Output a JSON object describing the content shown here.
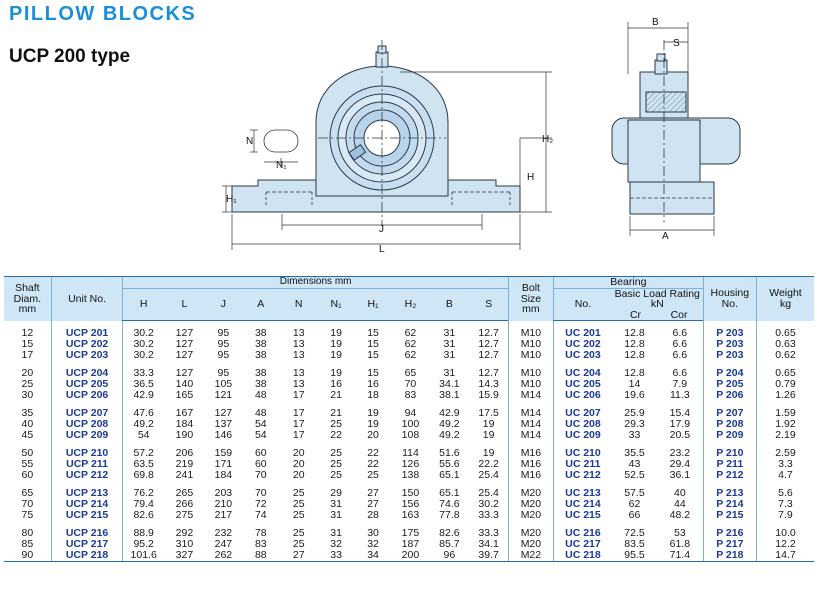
{
  "title": "PILLOW  BLOCKS",
  "subtitle": "UCP 200 type",
  "dims": {
    "B": "B",
    "S": "S",
    "N": "N",
    "N1": "N₁",
    "H1": "H₁",
    "H": "H",
    "H2": "H₂",
    "J": "J",
    "L": "L",
    "A": "A"
  },
  "table": {
    "headers": {
      "shaft": [
        "Shaft",
        "Diam.",
        "mm"
      ],
      "unit": "Unit  No.",
      "dimensions": "Dimensions      mm",
      "dim_cols": [
        "H",
        "L",
        "J",
        "A",
        "N",
        "N₁",
        "H₁",
        "H₂",
        "B",
        "S"
      ],
      "bolt": [
        "Bolt",
        "Size",
        "mm"
      ],
      "bearing": "Bearing",
      "bearing_no": "No.",
      "load_rating": "Basic Load Rating  kN",
      "cr": "Cr",
      "cor": "Cor",
      "housing": [
        "Housing",
        "No."
      ],
      "weight": [
        "Weight",
        "kg"
      ]
    },
    "groups": [
      [
        [
          "12",
          "UCP 201",
          "30.2",
          "127",
          "95",
          "38",
          "13",
          "19",
          "15",
          "62",
          "31",
          "12.7",
          "M10",
          "UC 201",
          "12.8",
          "6.6",
          "P 203",
          "0.65"
        ],
        [
          "15",
          "UCP 202",
          "30.2",
          "127",
          "95",
          "38",
          "13",
          "19",
          "15",
          "62",
          "31",
          "12.7",
          "M10",
          "UC 202",
          "12.8",
          "6.6",
          "P 203",
          "0.63"
        ],
        [
          "17",
          "UCP 203",
          "30.2",
          "127",
          "95",
          "38",
          "13",
          "19",
          "15",
          "62",
          "31",
          "12.7",
          "M10",
          "UC 203",
          "12.8",
          "6.6",
          "P 203",
          "0.62"
        ]
      ],
      [
        [
          "20",
          "UCP 204",
          "33.3",
          "127",
          "95",
          "38",
          "13",
          "19",
          "15",
          "65",
          "31",
          "12.7",
          "M10",
          "UC 204",
          "12.8",
          "6.6",
          "P 204",
          "0.65"
        ],
        [
          "25",
          "UCP 205",
          "36.5",
          "140",
          "105",
          "38",
          "13",
          "16",
          "16",
          "70",
          "34.1",
          "14.3",
          "M10",
          "UC 205",
          "14",
          "7.9",
          "P 205",
          "0.79"
        ],
        [
          "30",
          "UCP 206",
          "42.9",
          "165",
          "121",
          "48",
          "17",
          "21",
          "18",
          "83",
          "38.1",
          "15.9",
          "M14",
          "UC 206",
          "19.6",
          "11.3",
          "P 206",
          "1.26"
        ]
      ],
      [
        [
          "35",
          "UCP 207",
          "47.6",
          "167",
          "127",
          "48",
          "17",
          "21",
          "19",
          "94",
          "42.9",
          "17.5",
          "M14",
          "UC 207",
          "25.9",
          "15.4",
          "P 207",
          "1.59"
        ],
        [
          "40",
          "UCP 208",
          "49.2",
          "184",
          "137",
          "54",
          "17",
          "25",
          "19",
          "100",
          "49.2",
          "19",
          "M14",
          "UC 208",
          "29.3",
          "17.9",
          "P 208",
          "1.92"
        ],
        [
          "45",
          "UCP 209",
          "54",
          "190",
          "146",
          "54",
          "17",
          "22",
          "20",
          "108",
          "49.2",
          "19",
          "M14",
          "UC 209",
          "33",
          "20.5",
          "P 209",
          "2.19"
        ]
      ],
      [
        [
          "50",
          "UCP 210",
          "57.2",
          "206",
          "159",
          "60",
          "20",
          "25",
          "22",
          "114",
          "51.6",
          "19",
          "M16",
          "UC 210",
          "35.5",
          "23.2",
          "P 210",
          "2.59"
        ],
        [
          "55",
          "UCP 211",
          "63.5",
          "219",
          "171",
          "60",
          "20",
          "25",
          "22",
          "126",
          "55.6",
          "22.2",
          "M16",
          "UC 211",
          "43",
          "29.4",
          "P 211",
          "3.3"
        ],
        [
          "60",
          "UCP 212",
          "69.8",
          "241",
          "184",
          "70",
          "20",
          "25",
          "25",
          "138",
          "65.1",
          "25.4",
          "M16",
          "UC 212",
          "52.5",
          "36.1",
          "P 212",
          "4.7"
        ]
      ],
      [
        [
          "65",
          "UCP 213",
          "76.2",
          "265",
          "203",
          "70",
          "25",
          "29",
          "27",
          "150",
          "65.1",
          "25.4",
          "M20",
          "UC 213",
          "57.5",
          "40",
          "P 213",
          "5.6"
        ],
        [
          "70",
          "UCP 214",
          "79.4",
          "266",
          "210",
          "72",
          "25",
          "31",
          "27",
          "156",
          "74.6",
          "30.2",
          "M20",
          "UC 214",
          "62",
          "44",
          "P 214",
          "7.3"
        ],
        [
          "75",
          "UCP 215",
          "82.6",
          "275",
          "217",
          "74",
          "25",
          "31",
          "28",
          "163",
          "77.8",
          "33.3",
          "M20",
          "UC 215",
          "66",
          "48.2",
          "P 215",
          "7.9"
        ]
      ],
      [
        [
          "80",
          "UCP 216",
          "88.9",
          "292",
          "232",
          "78",
          "25",
          "31",
          "30",
          "175",
          "82.6",
          "33.3",
          "M20",
          "UC 216",
          "72.5",
          "53",
          "P 216",
          "10.0"
        ],
        [
          "85",
          "UCP 217",
          "95.2",
          "310",
          "247",
          "83",
          "25",
          "32",
          "32",
          "187",
          "85.7",
          "34.1",
          "M20",
          "UC 217",
          "83.5",
          "61.8",
          "P 217",
          "12.2"
        ],
        [
          "90",
          "UCP 218",
          "101.6",
          "327",
          "262",
          "88",
          "27",
          "33",
          "34",
          "200",
          "96",
          "39.7",
          "M22",
          "UC 218",
          "95.5",
          "71.4",
          "P 218",
          "14.7"
        ]
      ]
    ]
  },
  "colors": {
    "title": "#1b8fd6",
    "part_fill": "#cfe3f1",
    "header_bg": "#cfe6f6",
    "rule": "#1f6fb2",
    "code_text": "#1a3a99"
  }
}
